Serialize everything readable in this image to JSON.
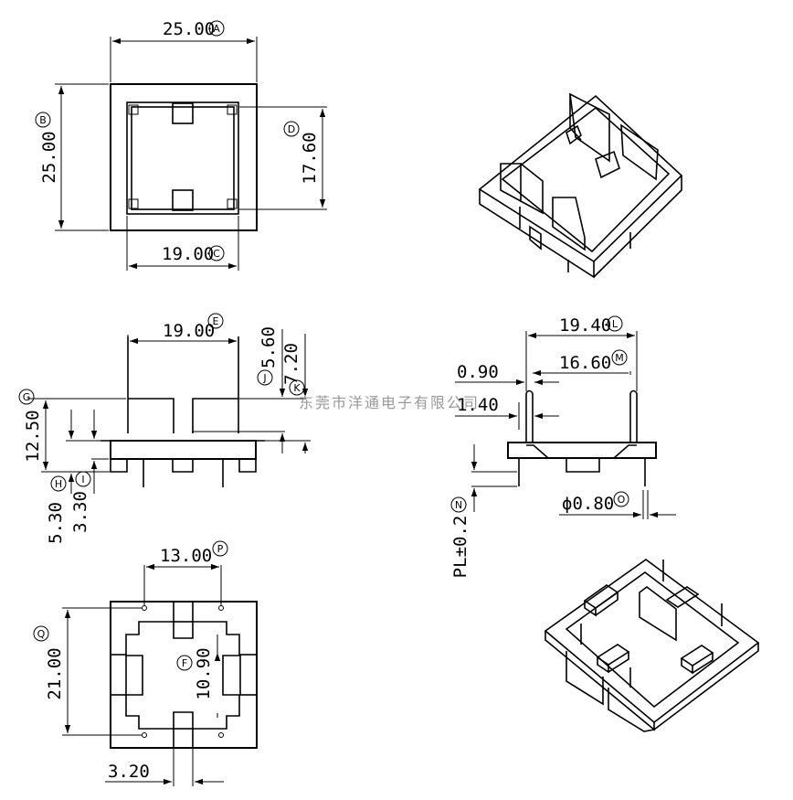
{
  "dims": {
    "A": "25.00",
    "B": "25.00",
    "C": "19.00",
    "D": "17.60",
    "E": "19.00",
    "J": "5.60",
    "K": "7.20",
    "G": "12.50",
    "H": "5.30",
    "I": "3.30",
    "L": "19.40",
    "M": "16.60",
    "w090": "0.90",
    "w140": "1.40",
    "N": "PL±0.2",
    "O": "ϕ0.80",
    "P": "13.00",
    "Q": "21.00",
    "F": "10.90",
    "w320": "3.20"
  },
  "letters": {
    "A": "A",
    "B": "B",
    "C": "C",
    "D": "D",
    "E": "E",
    "F": "F",
    "G": "G",
    "H": "H",
    "I": "I",
    "J": "J",
    "K": "K",
    "L": "L",
    "M": "M",
    "N": "N",
    "O": "O",
    "P": "P",
    "Q": "Q"
  },
  "watermark": "东莞市洋通电子有限公司"
}
